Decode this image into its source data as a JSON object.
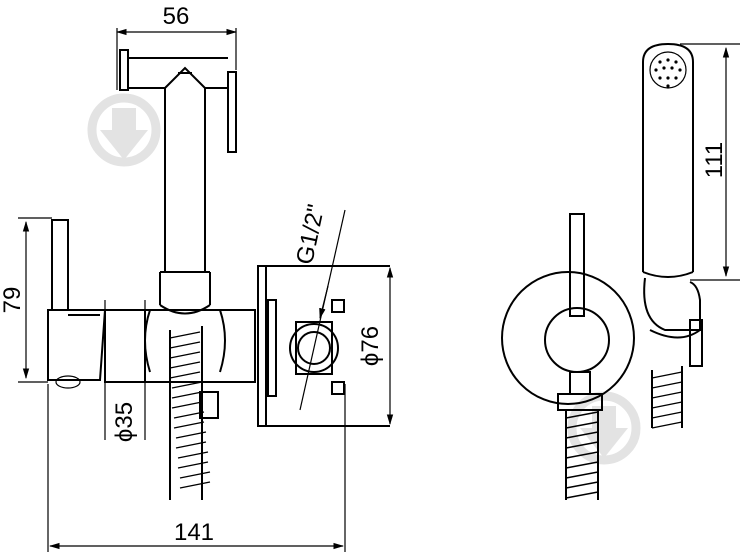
{
  "dimensions": {
    "top_width": "56",
    "left_height": "79",
    "bottom_width": "141",
    "pipe_diameter": "ϕ35",
    "flange_diameter": "ϕ76",
    "thread": "G1/2\"",
    "head_height": "111"
  },
  "colors": {
    "line": "#000000",
    "watermark": "#e3e3e3",
    "background": "#ffffff"
  },
  "icons": [
    "watermark-logo-icon",
    "shower-spray-holes-icon"
  ]
}
